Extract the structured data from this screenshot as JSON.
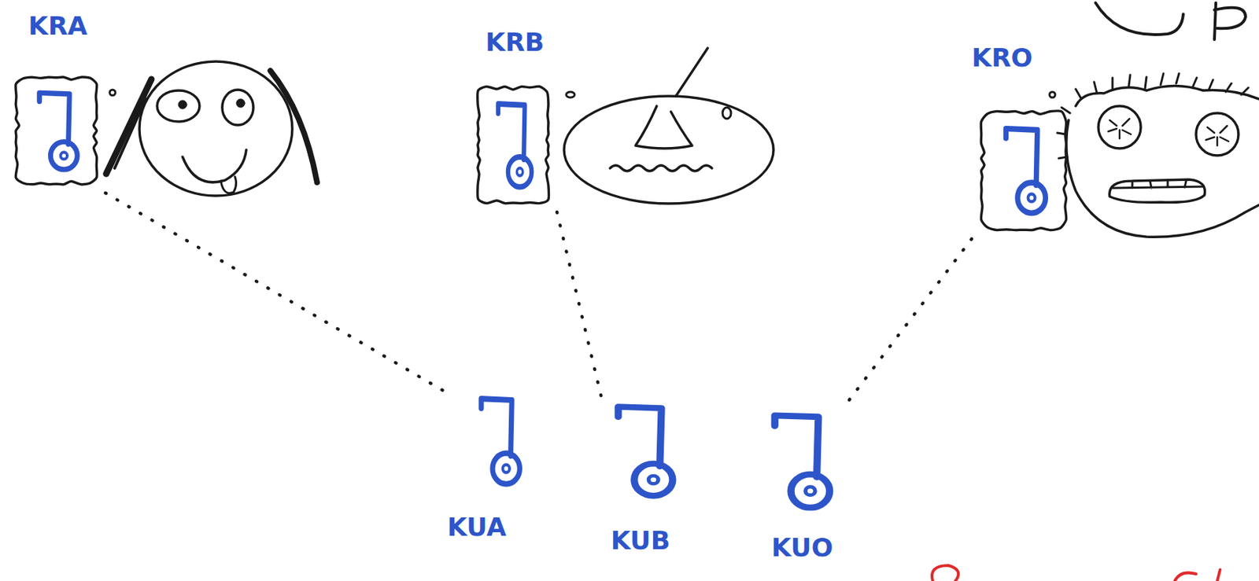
{
  "diagram": {
    "nodes": [
      {
        "text": [
          "KRA"
        ]
      },
      {
        "text": [
          "KRB"
        ]
      },
      {
        "text": [
          "KRO"
        ]
      },
      {
        "text": [
          "KUA"
        ]
      },
      {
        "text": [
          "KUB"
        ]
      },
      {
        "text": [
          "KUO"
        ]
      }
    ],
    "edges": [
      {
        "from": 0,
        "to": 3,
        "arrow": "none"
      },
      {
        "from": 1,
        "to": 4,
        "arrow": "none"
      },
      {
        "from": 2,
        "to": 5,
        "arrow": "none"
      }
    ]
  }
}
